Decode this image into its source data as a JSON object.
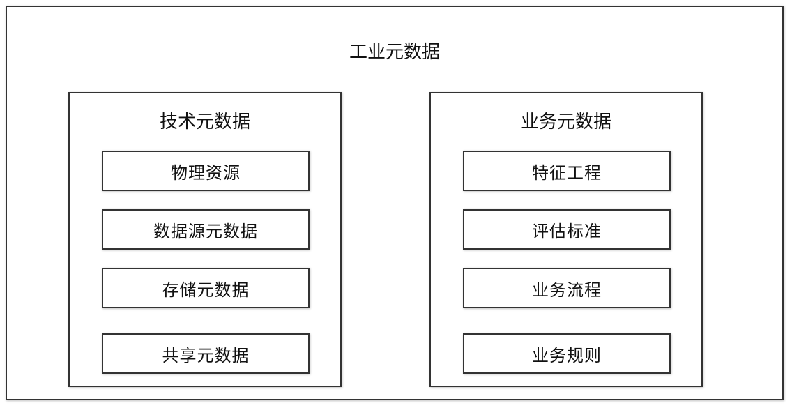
{
  "diagram": {
    "title": "工业元数据",
    "panels": [
      {
        "title": "技术元数据",
        "items": [
          "物理资源",
          "数据源元数据",
          "存储元数据",
          "共享元数据"
        ]
      },
      {
        "title": "业务元数据",
        "items": [
          "特征工程",
          "评估标准",
          "业务流程",
          "业务规则"
        ]
      }
    ]
  }
}
